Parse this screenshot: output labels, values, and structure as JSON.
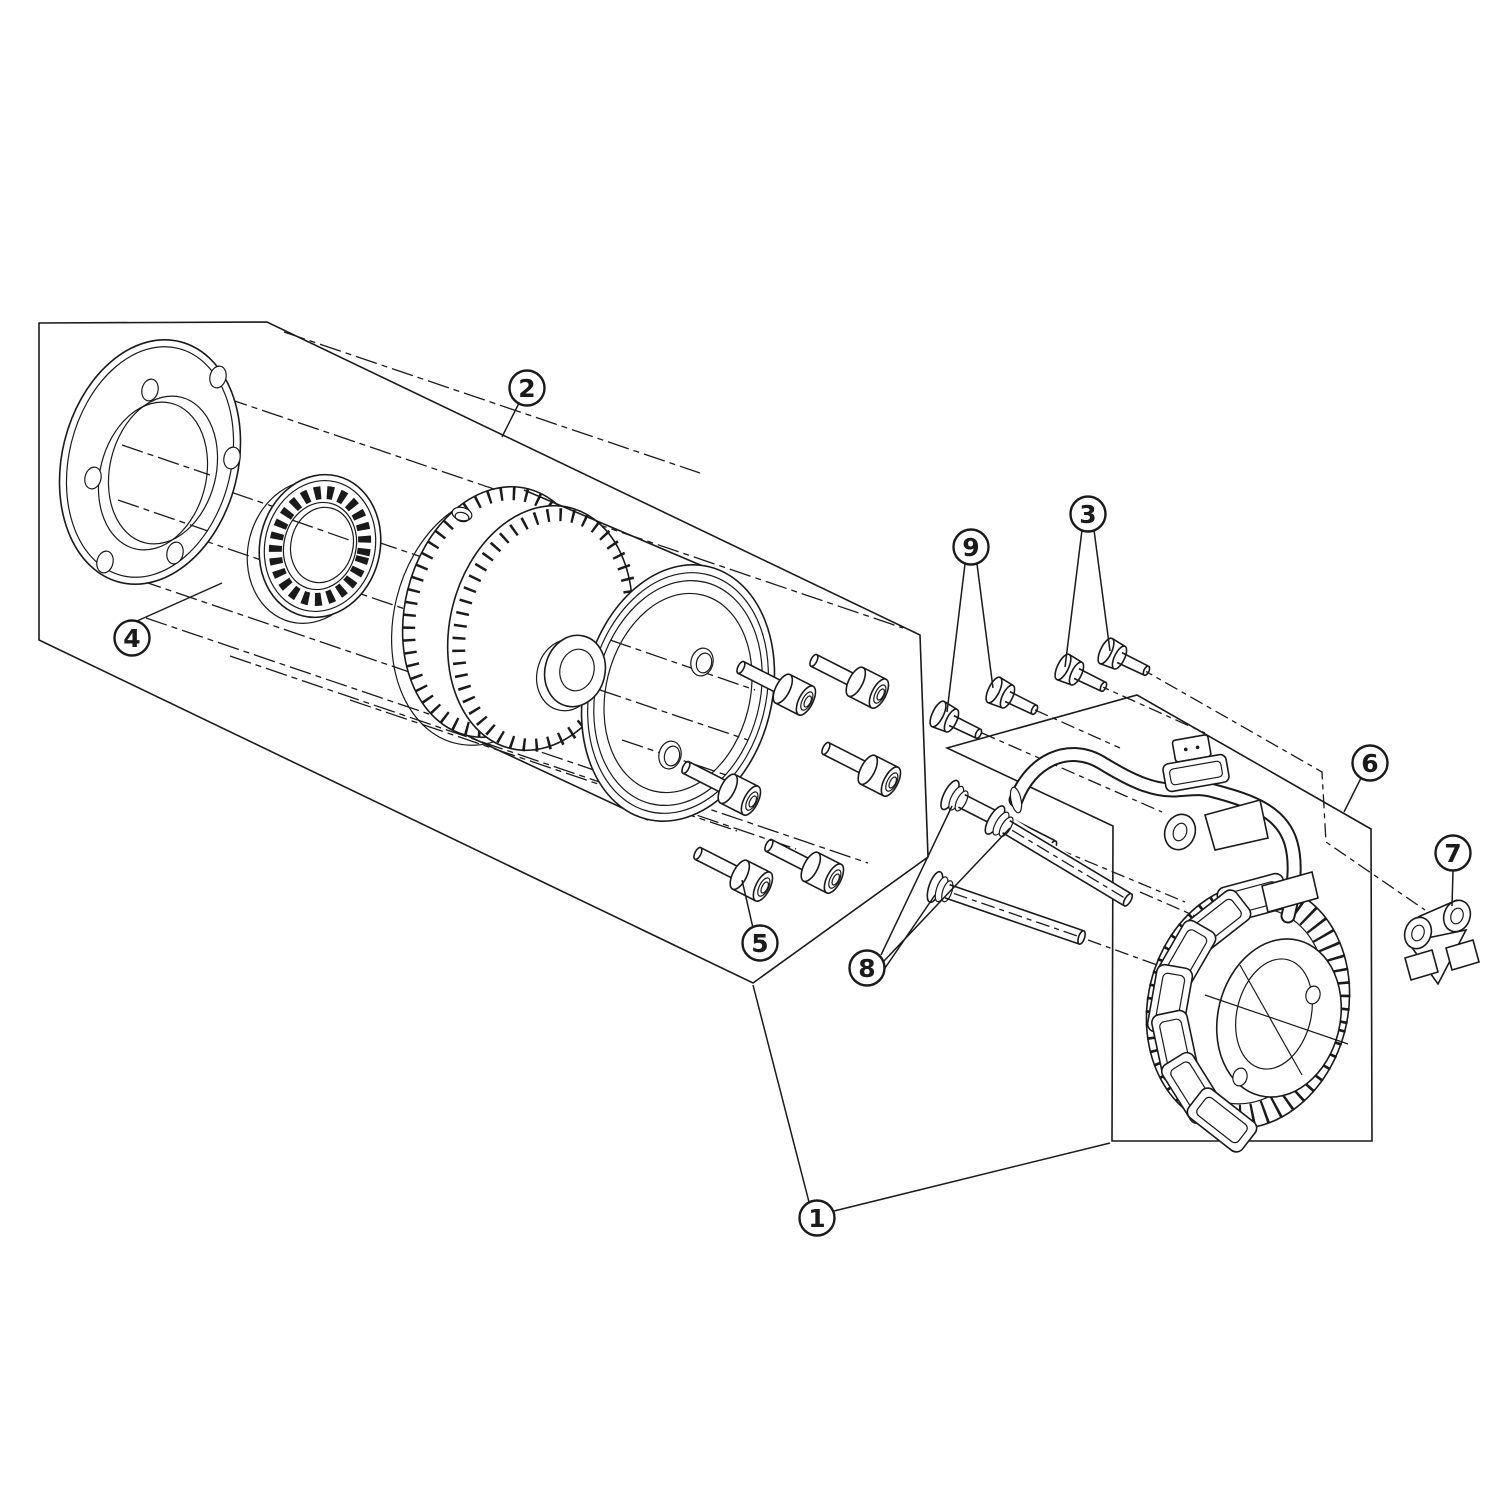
{
  "colors": {
    "background": "#ffffff",
    "line": "#1a1a1a"
  },
  "callouts": [
    {
      "label": "1"
    },
    {
      "label": "2"
    },
    {
      "label": "3"
    },
    {
      "label": "4"
    },
    {
      "label": "5"
    },
    {
      "label": "6"
    },
    {
      "label": "7"
    },
    {
      "label": "8"
    },
    {
      "label": "9"
    }
  ]
}
